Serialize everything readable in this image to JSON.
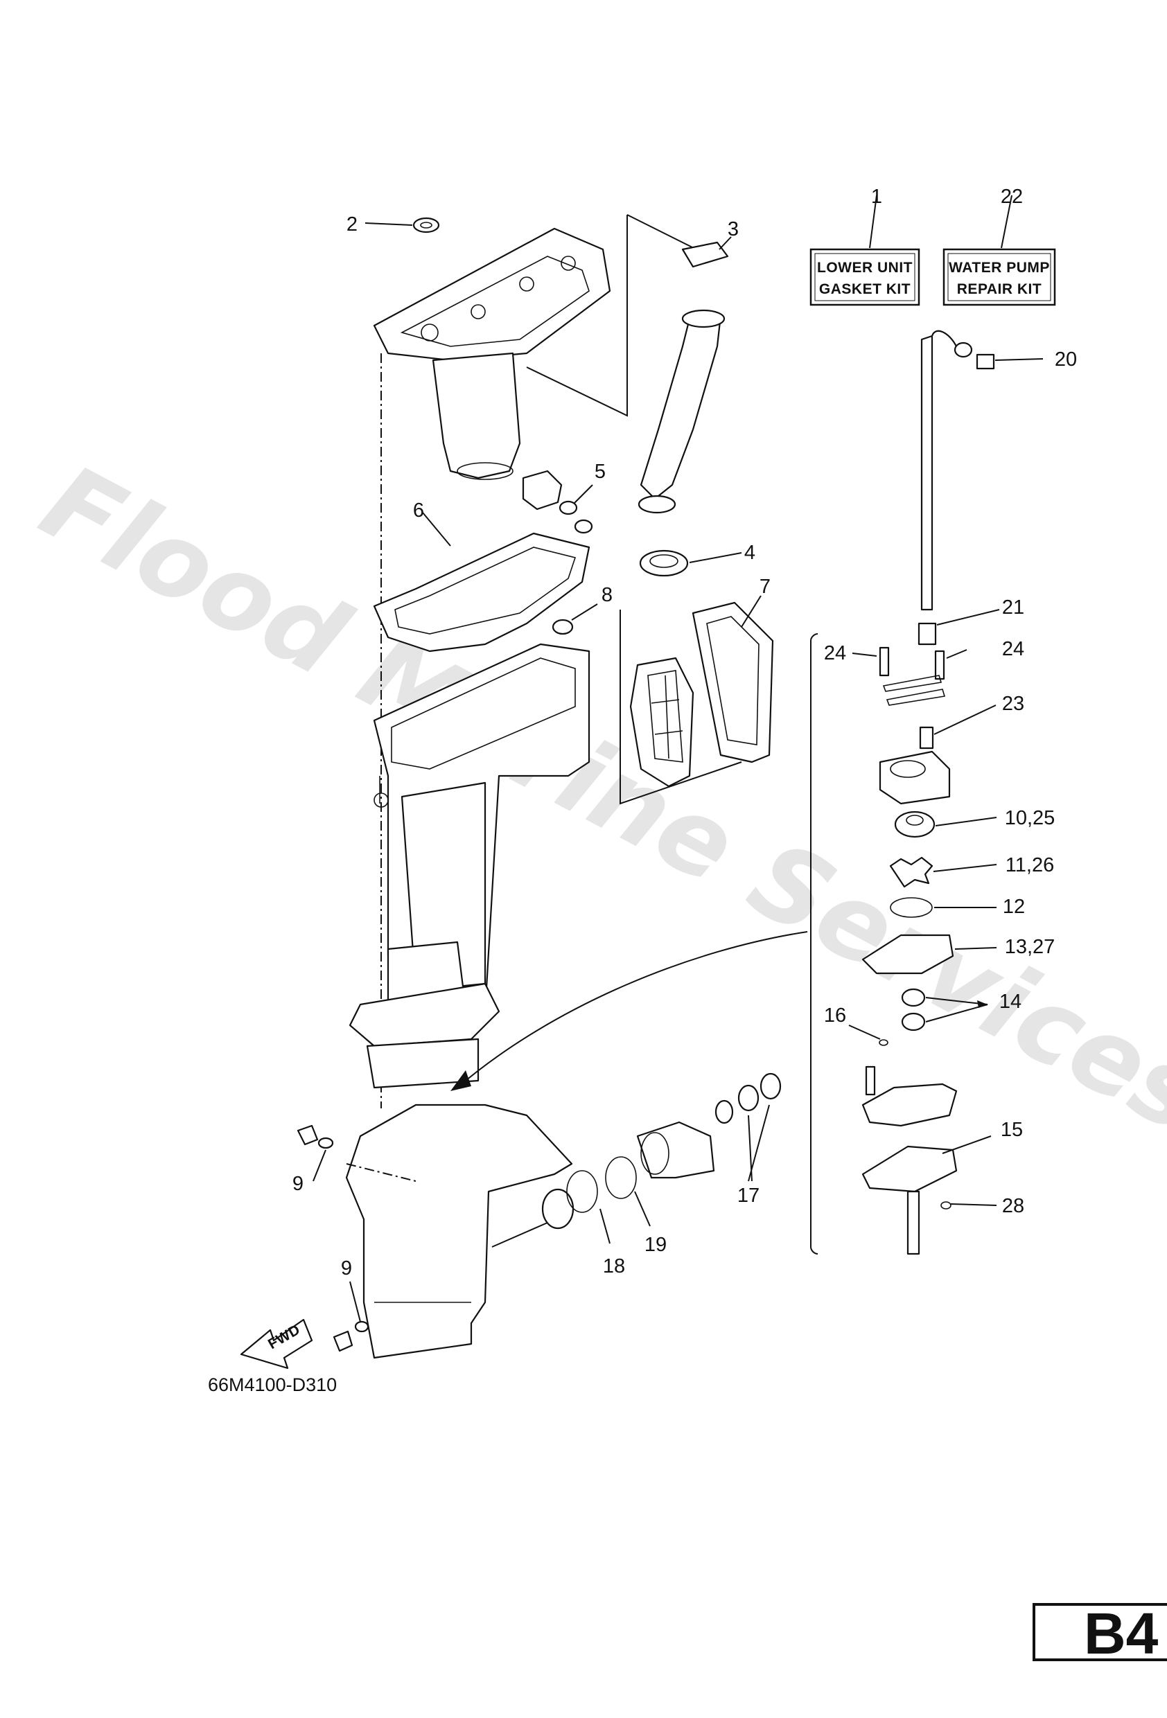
{
  "watermark": "Flood Marine Services",
  "diagram_code": "66M4100-D310",
  "page_label": "B4",
  "fwd_label": "FWD",
  "kits": [
    {
      "ref": "1",
      "line1": "LOWER UNIT",
      "line2": "GASKET KIT"
    },
    {
      "ref": "22",
      "line1": "WATER PUMP",
      "line2": "REPAIR KIT"
    }
  ],
  "callouts": [
    "2",
    "3",
    "5",
    "6",
    "4",
    "8",
    "7",
    "20",
    "21",
    "24",
    "24",
    "23",
    "10,25",
    "11,26",
    "12",
    "13,27",
    "14",
    "16",
    "15",
    "28",
    "9",
    "9",
    "17",
    "18",
    "19"
  ]
}
